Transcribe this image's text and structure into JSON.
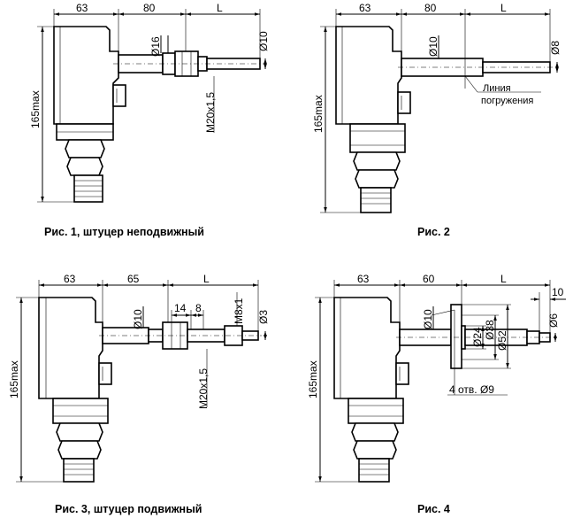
{
  "figures": [
    {
      "caption": "Рис. 1, штуцер неподвижный",
      "dims": {
        "w1": "63",
        "w2": "80",
        "w3": "L",
        "height": "165max",
        "d1": "Ø16",
        "d2": "Ø10",
        "thread": "M20x1,5"
      }
    },
    {
      "caption": "Рис. 2",
      "dims": {
        "w1": "63",
        "w2": "80",
        "w3": "L",
        "height": "165max",
        "d1": "Ø10",
        "d2": "Ø8"
      },
      "note_line1": "Линия",
      "note_line2": "погружения"
    },
    {
      "caption": "Рис. 3, штуцер подвижный",
      "dims": {
        "w1": "63",
        "w2": "65",
        "w3": "L",
        "height": "165max",
        "d1": "Ø10",
        "a": "14",
        "b": "8",
        "thread1": "M8x1",
        "d2": "Ø3",
        "thread2": "M20x1,5"
      }
    },
    {
      "caption": "Рис. 4",
      "dims": {
        "w1": "63",
        "w2": "60",
        "w3": "L",
        "w4": "10",
        "height": "165max",
        "d1": "Ø10",
        "d2": "Ø24",
        "d3": "Ø38",
        "d4": "Ø52",
        "d5": "Ø6",
        "holes": "4 отв. Ø9"
      }
    }
  ]
}
